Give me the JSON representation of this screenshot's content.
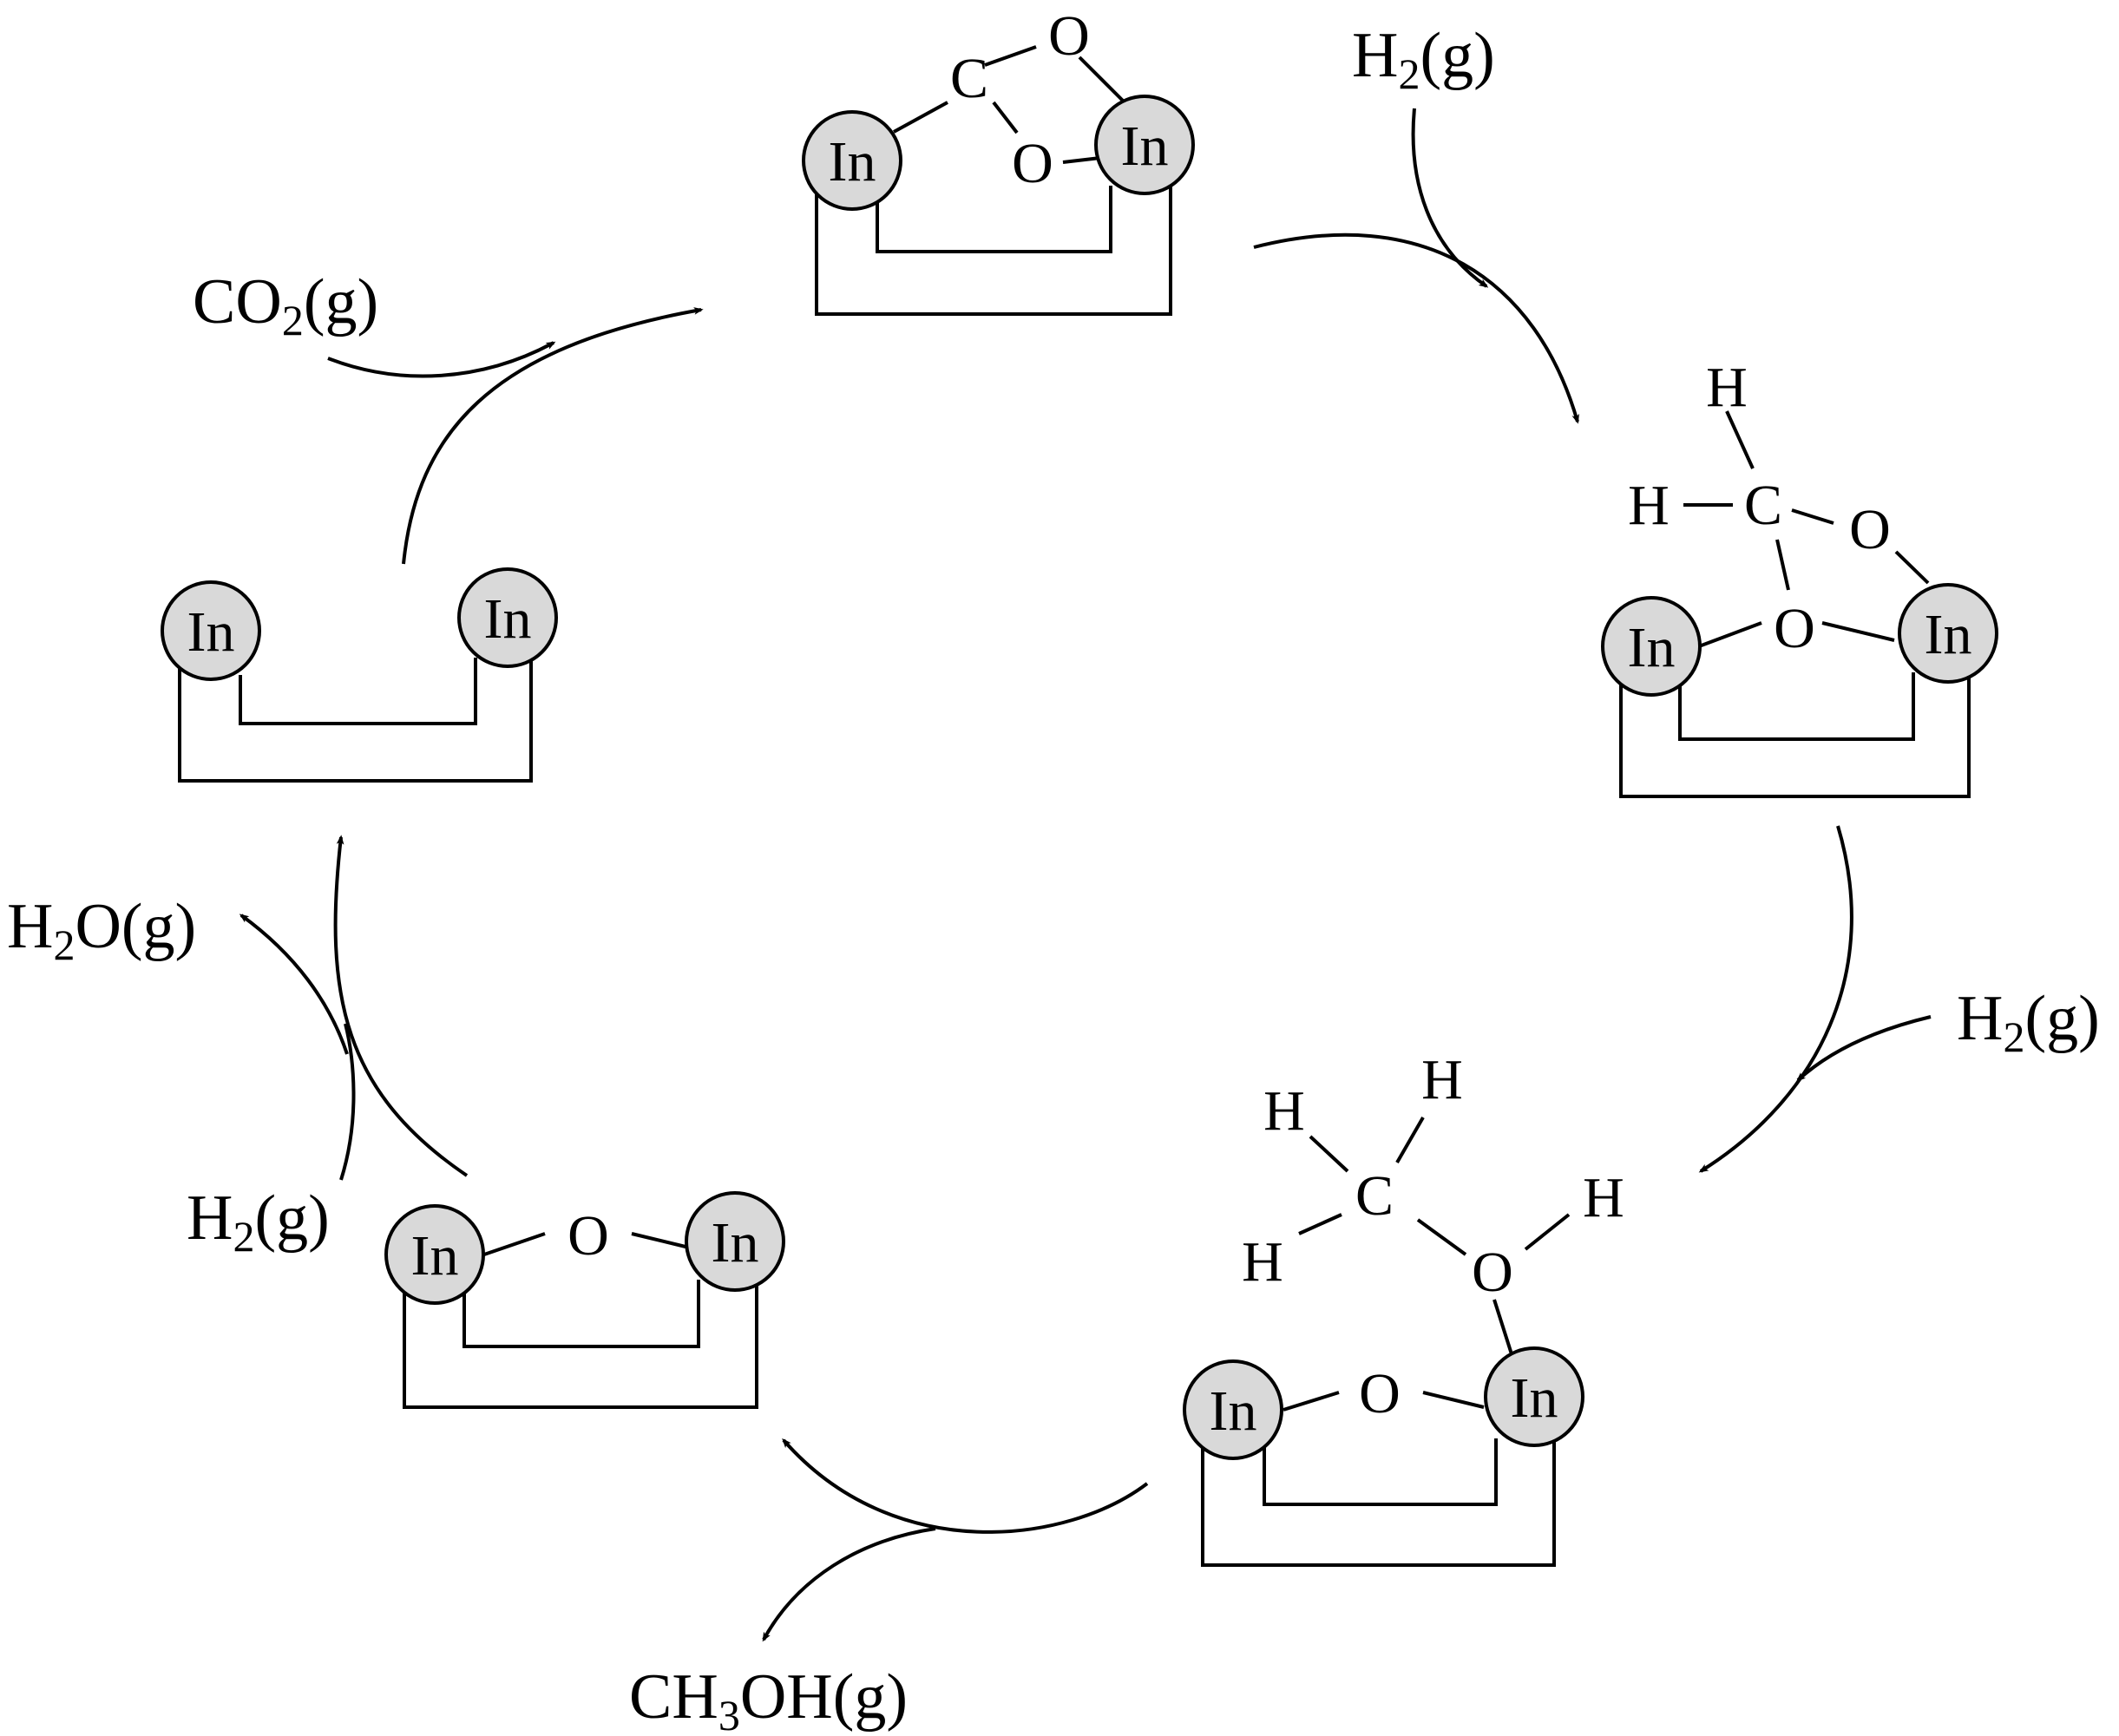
{
  "colors": {
    "metal_fill": "#d9d9d9",
    "line": "#000000",
    "background": "#ffffff"
  },
  "metal": "In",
  "labels": {
    "co2": {
      "main": "CO",
      "sub": "2",
      "tail": "(g)"
    },
    "h2_top": {
      "main": "H",
      "sub": "2",
      "tail": "(g)"
    },
    "h2_right": {
      "main": "H",
      "sub": "2",
      "tail": "(g)"
    },
    "ch3oh": {
      "main": "CH",
      "sub": "3",
      "tail": "OH(g)"
    },
    "h2_left": {
      "main": "H",
      "sub": "2",
      "tail": "(g)"
    },
    "h2o": {
      "main": "H",
      "sub": "2",
      "tail": "O(g)"
    }
  },
  "atoms": {
    "C": "C",
    "O": "O",
    "H": "H"
  }
}
